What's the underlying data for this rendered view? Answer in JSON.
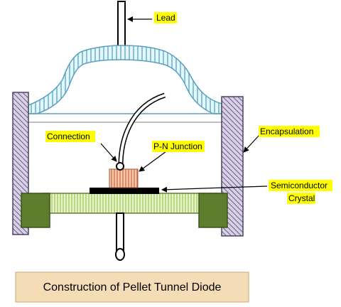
{
  "labels": {
    "lead": "Lead",
    "connection": "Connection",
    "pn_junction": "P-N Junction",
    "encapsulation": "Encapsulation",
    "semiconductor_line1": "Semiconductor",
    "semiconductor_line2": "Crystal"
  },
  "caption": "Construction of Pellet Tunnel Diode",
  "colors": {
    "label_highlight": "#ffff00",
    "caption_background": "#f3dcb6",
    "cap_fill": "#e8f6fb",
    "cap_stripes": "#7ec4dc",
    "side_wall": "#8f7fae",
    "green_block": "#5f7e2d",
    "base_plate": "#cde79d",
    "crystal": "#000000",
    "junction": "#e9a47e"
  }
}
